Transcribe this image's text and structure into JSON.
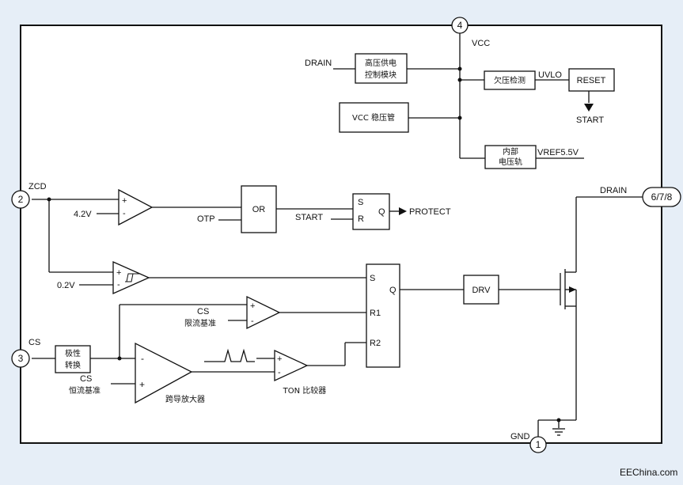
{
  "pins": {
    "vcc_num": "4",
    "vcc": "VCC",
    "zcd_num": "2",
    "zcd": "ZCD",
    "cs_num": "3",
    "cs": "CS",
    "drain_num": "6/7/8",
    "drain": "DRAIN",
    "gnd_num": "1",
    "gnd": "GND"
  },
  "blocks": {
    "hv_supply": [
      "高压供电",
      "控制模块"
    ],
    "vcc_regulator": "VCC 稳压管",
    "uvlo_detect": "欠压检测",
    "reset": "RESET",
    "internal_rail": [
      "内部",
      "电压轨"
    ],
    "or_gate": "OR",
    "sr_s": "S",
    "sr_r": "R",
    "sr_q": "Q",
    "latch_s": "S",
    "latch_q": "Q",
    "latch_r1": "R1",
    "latch_r2": "R2",
    "drv": "DRV",
    "polarity": [
      "极性",
      "转换"
    ],
    "transconductance": "跨导放大器",
    "ton_comparator": "TON 比较器"
  },
  "signals": {
    "drain_in": "DRAIN",
    "uvlo": "UVLO",
    "start_out": "START",
    "vref": "VREF5.5V",
    "ref_4v2": "4.2V",
    "otp": "OTP",
    "start_in": "START",
    "protect": "PROTECT",
    "ref_0v2": "0.2V",
    "cs_limit_a": "CS",
    "cs_limit_b": "限流基准",
    "cs_const_a": "CS",
    "cs_const_b": "恒流基准"
  },
  "comparator_signs": {
    "plus": "+",
    "minus": "-"
  },
  "watermark": "EEChina.com"
}
